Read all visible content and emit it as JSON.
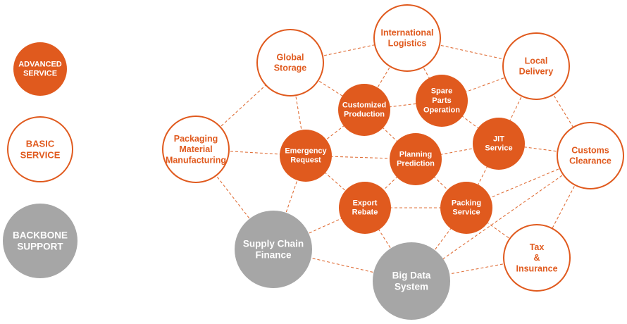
{
  "colors": {
    "advanced": "#e05a1e",
    "basic_border": "#e05a1e",
    "basic_text": "#e05a1e",
    "backbone": "#a6a6a6",
    "edge": "#e0703a"
  },
  "legend": [
    {
      "type": "advanced",
      "lines": [
        "ADVANCED",
        "SERVICE"
      ]
    },
    {
      "type": "basic",
      "lines": [
        "BASIC",
        "SERVICE"
      ]
    },
    {
      "type": "backbone",
      "lines": [
        "BACKBONE",
        "SUPPORT"
      ]
    }
  ],
  "nodes": [
    {
      "id": "international-logistics",
      "type": "basic",
      "lines": [
        "International",
        "Logistics"
      ]
    },
    {
      "id": "global-storage",
      "type": "basic",
      "lines": [
        "Global",
        "Storage"
      ]
    },
    {
      "id": "local-delivery",
      "type": "basic",
      "lines": [
        "Local",
        "Delivery"
      ]
    },
    {
      "id": "packaging-material-manufacturing",
      "type": "basic",
      "lines": [
        "Packaging",
        "Material",
        "Manufacturing"
      ]
    },
    {
      "id": "customs-clearance",
      "type": "basic",
      "lines": [
        "Customs",
        "Clearance"
      ]
    },
    {
      "id": "tax-insurance",
      "type": "basic",
      "lines": [
        "Tax",
        "&",
        "Insurance"
      ]
    },
    {
      "id": "customized-production",
      "type": "advanced",
      "lines": [
        "Customized",
        "Production"
      ]
    },
    {
      "id": "spare-parts-operation",
      "type": "advanced",
      "lines": [
        "Spare",
        "Parts",
        "Operation"
      ]
    },
    {
      "id": "emergency-request",
      "type": "advanced",
      "lines": [
        "Emergency",
        "Request"
      ]
    },
    {
      "id": "planning-prediction",
      "type": "advanced",
      "lines": [
        "Planning",
        "Prediction"
      ]
    },
    {
      "id": "jit-service",
      "type": "advanced",
      "lines": [
        "JIT",
        "Service"
      ]
    },
    {
      "id": "export-rebate",
      "type": "advanced",
      "lines": [
        "Export",
        "Rebate"
      ]
    },
    {
      "id": "packing-service",
      "type": "advanced",
      "lines": [
        "Packing",
        "Service"
      ]
    },
    {
      "id": "supply-chain-finance",
      "type": "backbone",
      "lines": [
        "Supply Chain",
        "Finance"
      ]
    },
    {
      "id": "big-data-system",
      "type": "backbone",
      "lines": [
        "Big Data",
        "System"
      ]
    }
  ],
  "edges": [
    [
      "global-storage",
      "international-logistics"
    ],
    [
      "international-logistics",
      "local-delivery"
    ],
    [
      "local-delivery",
      "customs-clearance"
    ],
    [
      "customs-clearance",
      "tax-insurance"
    ],
    [
      "tax-insurance",
      "big-data-system"
    ],
    [
      "big-data-system",
      "supply-chain-finance"
    ],
    [
      "supply-chain-finance",
      "packaging-material-manufacturing"
    ],
    [
      "packaging-material-manufacturing",
      "global-storage"
    ],
    [
      "global-storage",
      "customized-production"
    ],
    [
      "global-storage",
      "emergency-request"
    ],
    [
      "international-logistics",
      "customized-production"
    ],
    [
      "international-logistics",
      "spare-parts-operation"
    ],
    [
      "local-delivery",
      "spare-parts-operation"
    ],
    [
      "local-delivery",
      "jit-service"
    ],
    [
      "customs-clearance",
      "jit-service"
    ],
    [
      "customs-clearance",
      "packing-service"
    ],
    [
      "tax-insurance",
      "packing-service"
    ],
    [
      "big-data-system",
      "packing-service"
    ],
    [
      "big-data-system",
      "export-rebate"
    ],
    [
      "supply-chain-finance",
      "export-rebate"
    ],
    [
      "supply-chain-finance",
      "emergency-request"
    ],
    [
      "packaging-material-manufacturing",
      "emergency-request"
    ],
    [
      "customized-production",
      "spare-parts-operation"
    ],
    [
      "customized-production",
      "emergency-request"
    ],
    [
      "customized-production",
      "planning-prediction"
    ],
    [
      "spare-parts-operation",
      "jit-service"
    ],
    [
      "emergency-request",
      "planning-prediction"
    ],
    [
      "emergency-request",
      "export-rebate"
    ],
    [
      "planning-prediction",
      "jit-service"
    ],
    [
      "planning-prediction",
      "export-rebate"
    ],
    [
      "planning-prediction",
      "packing-service"
    ],
    [
      "export-rebate",
      "packing-service"
    ],
    [
      "jit-service",
      "packing-service"
    ],
    [
      "customs-clearance",
      "big-data-system"
    ]
  ]
}
